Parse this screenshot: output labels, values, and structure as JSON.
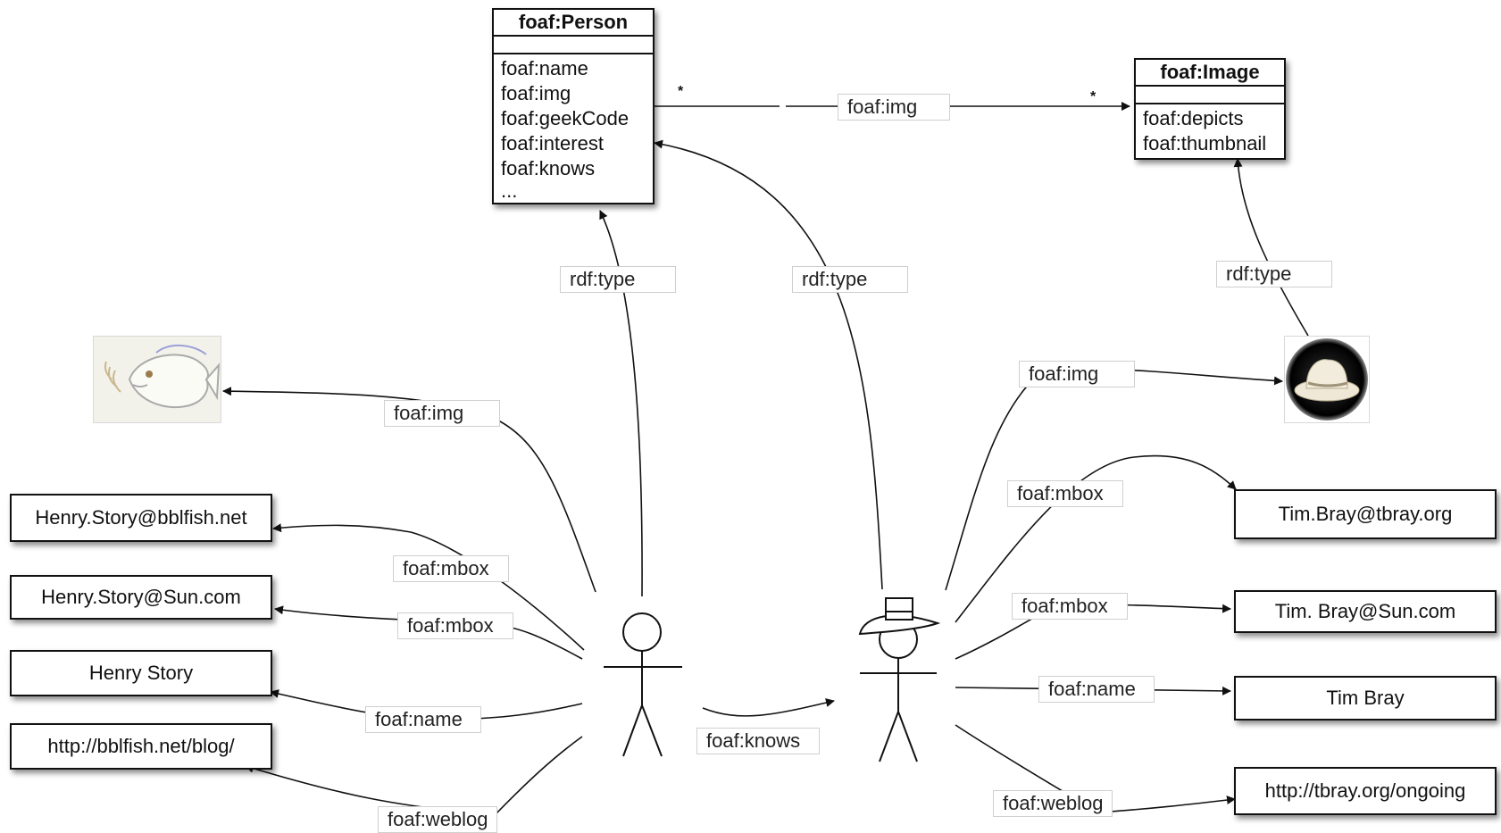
{
  "classes": {
    "person": {
      "title": "foaf:Person",
      "attributes": [
        "foaf:name",
        "foaf:img",
        "foaf:geekCode",
        "foaf:interest",
        "foaf:knows",
        "..."
      ]
    },
    "image": {
      "title": "foaf:Image",
      "attributes": [
        "foaf:depicts",
        "foaf:thumbnail"
      ]
    }
  },
  "multiplicity": {
    "person_end": "*",
    "image_end": "*"
  },
  "henry": {
    "mbox1": "Henry.Story@bblfish.net",
    "mbox2": "Henry.Story@Sun.com",
    "name": "Henry Story",
    "weblog": "http://bblfish.net/blog/"
  },
  "tim": {
    "mbox1": "Tim.Bray@tbray.org",
    "mbox2": "Tim. Bray@Sun.com",
    "name": "Tim Bray",
    "weblog": "http://tbray.org/ongoing"
  },
  "edge_labels": {
    "class_img": "foaf:img",
    "henry_type": "rdf:type",
    "tim_type": "rdf:type",
    "image_type": "rdf:type",
    "henry_img": "foaf:img",
    "henry_mbox1": "foaf:mbox",
    "henry_mbox2": "foaf:mbox",
    "henry_name": "foaf:name",
    "henry_weblog": "foaf:weblog",
    "knows": "foaf:knows",
    "tim_img": "foaf:img",
    "tim_mbox1": "foaf:mbox",
    "tim_mbox2": "foaf:mbox",
    "tim_name": "foaf:name",
    "tim_weblog": "foaf:weblog"
  },
  "icons": {
    "henry_avatar": "fish-avatar-icon",
    "tim_avatar": "hat-avatar-icon",
    "henry_figure": "stick-figure-icon",
    "tim_figure": "stick-figure-with-hat-icon"
  }
}
